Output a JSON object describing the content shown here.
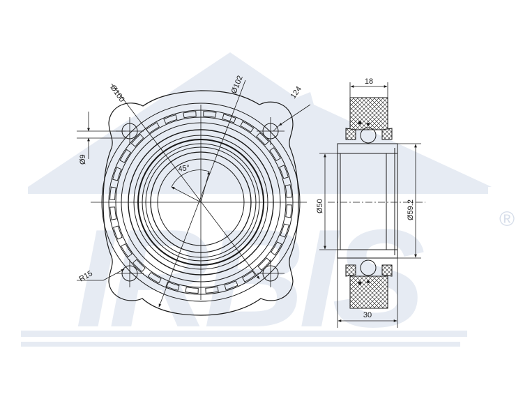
{
  "watermark": {
    "brand": "IRBIS",
    "registered_mark": "®",
    "color": "#e6ebf3"
  },
  "dimensions": {
    "flange_outer_diameter": "Ø100",
    "pitch_circle_diameter": "Ø102",
    "overall_size": "124",
    "bolt_hole_diameter": "Ø9",
    "corner_radius": "R15",
    "bolt_angle": "45°",
    "ring_width": "18",
    "inner_bore_diameter": "Ø50",
    "outer_sleeve_diameter": "Ø59.2",
    "overall_width": "30"
  },
  "colors": {
    "line": "#1a1a1a",
    "watermark": "#e6ebf3"
  }
}
